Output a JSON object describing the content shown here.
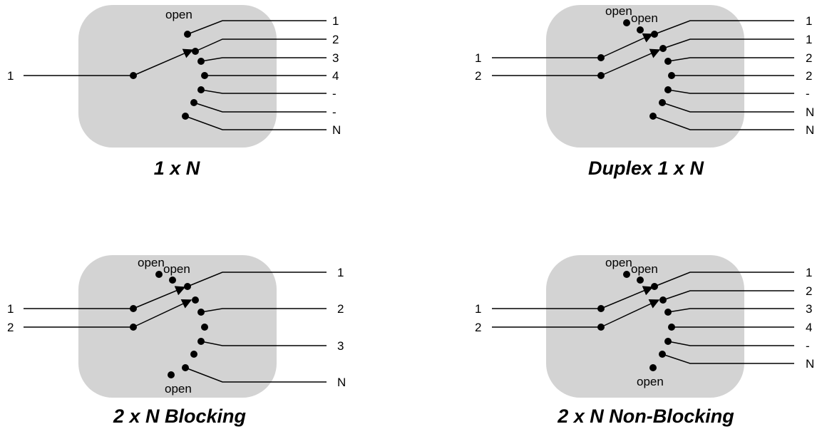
{
  "diagrams": [
    {
      "caption": "1 x N",
      "inputs": [
        "1"
      ],
      "outputs": [
        "1",
        "2",
        "3",
        "4",
        "-",
        "-",
        "N"
      ],
      "open_labels": [
        "open"
      ]
    },
    {
      "caption": "Duplex 1 x N",
      "inputs": [
        "1",
        "2"
      ],
      "outputs": [
        "1",
        "1",
        "2",
        "2",
        "-",
        "N",
        "N"
      ],
      "open_labels": [
        "open",
        "open"
      ]
    },
    {
      "caption": "2 x N Blocking",
      "inputs": [
        "1",
        "2"
      ],
      "outputs": [
        "1",
        "2",
        "3",
        "N"
      ],
      "open_labels": [
        "open",
        "open",
        "open"
      ]
    },
    {
      "caption": "2 x N Non-Blocking",
      "inputs": [
        "1",
        "2"
      ],
      "outputs": [
        "1",
        "2",
        "3",
        "4",
        "-",
        "N"
      ],
      "open_labels": [
        "open",
        "open",
        "open"
      ]
    }
  ]
}
